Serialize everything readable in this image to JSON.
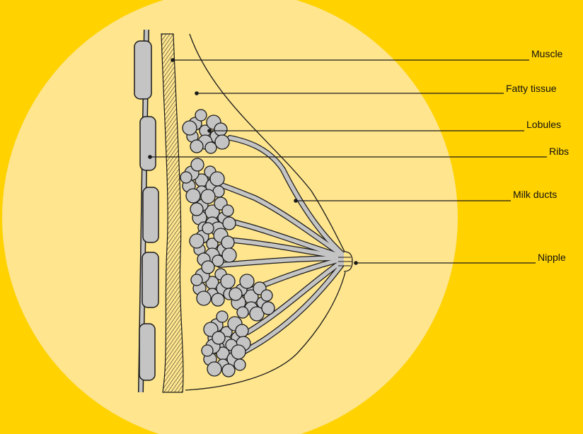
{
  "colors": {
    "background": "#FFD200",
    "circle": "#FEE58E",
    "tissue": "#C4C4C4",
    "outline": "#1A1A1A"
  },
  "labels": {
    "muscle": "Muscle",
    "fatty_tissue": "Fatty tissue",
    "lobules": "Lobules",
    "ribs": "Ribs",
    "milk_ducts": "Milk ducts",
    "nipple": "Nipple"
  }
}
